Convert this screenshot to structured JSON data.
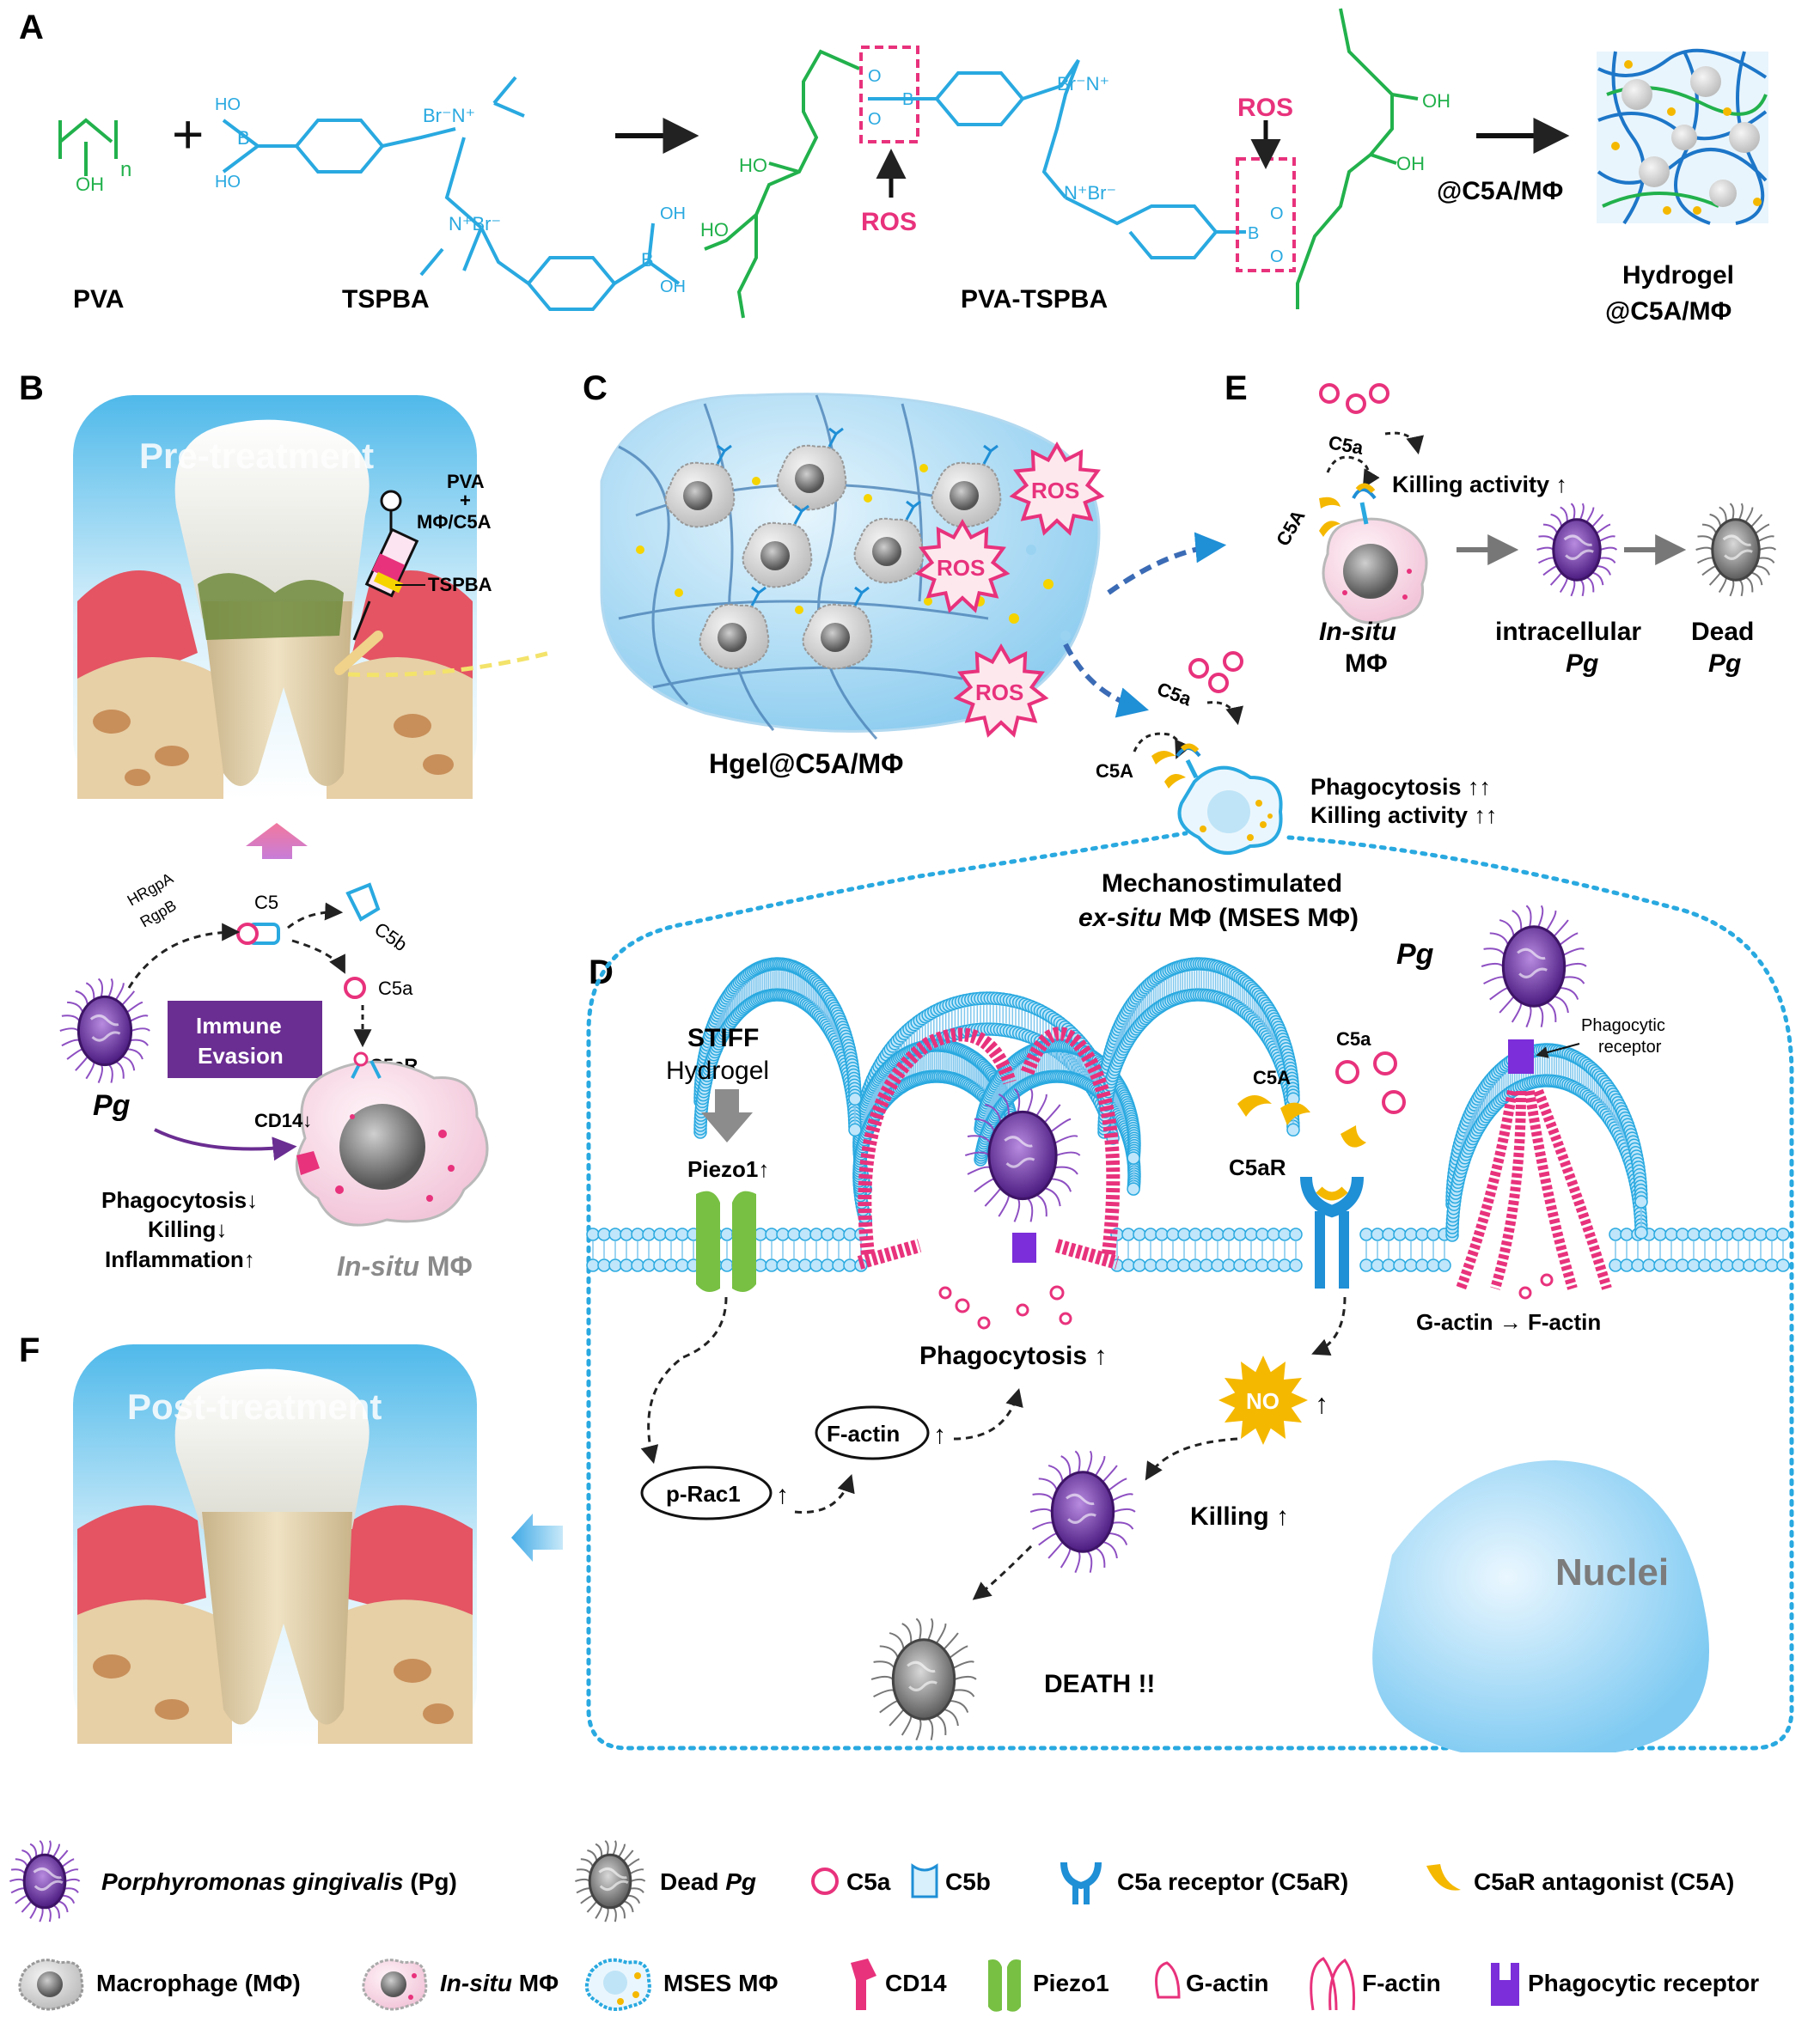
{
  "panels": {
    "A": "A",
    "B": "B",
    "C": "C",
    "D": "D",
    "E": "E",
    "F": "F"
  },
  "panelA": {
    "pva": "PVA",
    "tspba": "TSPBA",
    "pva_tspba": "PVA-TSPBA",
    "plus": "+",
    "n": "n",
    "oh": "OH",
    "ho": "HO",
    "b": "B",
    "o": "O",
    "br_n": "Br⁻N⁺",
    "n_br": "N⁺Br⁻",
    "ros": "ROS",
    "c5a_mphi": "@C5A/MΦ",
    "hydrogel_1": "Hydrogel",
    "hydrogel_2": "@C5A/MΦ"
  },
  "panelB": {
    "title": "Pre-treatment",
    "pva": "PVA",
    "plus": "+",
    "mphi_c5a": "MΦ/C5A",
    "tspba": "TSPBA",
    "hrgpa": "HRgpA",
    "rgpb": "RgpB",
    "c5": "C5",
    "c5b": "C5b",
    "c5a": "C5a",
    "c5ar": "C5aR",
    "immune_1": "Immune",
    "immune_2": "Evasion",
    "pg": "Pg",
    "cd14": "CD14↓",
    "phago": "Phagocytosis↓",
    "killing": "Killing↓",
    "inflam": "Inflammation↑",
    "insitu_it": "In-situ",
    "insitu_rest": " MΦ"
  },
  "panelC": {
    "label": "Hgel@C5A/MΦ",
    "ros": "ROS"
  },
  "panelE": {
    "c5a": "C5a",
    "c5A": "C5A",
    "killing": "Killing activity ↑",
    "insitu_it": "In-situ",
    "insitu_2": "MΦ",
    "intra_1": "intracellular",
    "intra_2": "Pg",
    "dead_1": "Dead",
    "dead_2": "Pg",
    "phago": "Phagocytosis ↑↑",
    "killing2": "Killing activity ↑↑",
    "mses_1": "Mechanostimulated",
    "mses_2a": "ex-situ",
    "mses_2b": " MΦ (MSES MΦ)"
  },
  "panelD": {
    "stiff_1": "STIFF",
    "stiff_2": "Hydrogel",
    "piezo": "Piezo1↑",
    "c5A": "C5A",
    "c5a": "C5a",
    "c5ar": "C5aR",
    "pg": "Pg",
    "phago_rec_1": "Phagocytic",
    "phago_rec_2": "receptor",
    "gactin": "G-actin → F-actin",
    "phagocytosis": "Phagocytosis ↑",
    "factin": "F-actin",
    "up": "↑",
    "prac": "p-Rac1",
    "no": "NO",
    "killing": "Killing ↑",
    "death": "DEATH !!",
    "nuclei": "Nuclei"
  },
  "panelF": {
    "title": "Post-treatment"
  },
  "legend": {
    "row1": [
      {
        "it": "Porphyromonas gingivalis",
        "rest": " (Pg)"
      },
      {
        "a": "Dead ",
        "it": "Pg"
      },
      {
        "a": "C5a"
      },
      {
        "a": "C5b"
      },
      {
        "a": "C5a receptor (C5aR)"
      },
      {
        "a": "C5aR antagonist (C5A)"
      }
    ],
    "row2": [
      {
        "a": "Macrophage (MΦ)"
      },
      {
        "it": "In-situ",
        "rest": " MΦ"
      },
      {
        "a": "MSES MΦ"
      },
      {
        "a": "CD14"
      },
      {
        "a": "Piezo1"
      },
      {
        "a": "G-actin"
      },
      {
        "a": "F-actin"
      },
      {
        "a": "Phagocytic receptor"
      }
    ]
  },
  "colors": {
    "green": "#22b14c",
    "cyan": "#29a9e0",
    "pink": "#e8327c",
    "purple": "#6a2d91",
    "blue": "#1f8fd6",
    "yellow": "#f5b800"
  }
}
